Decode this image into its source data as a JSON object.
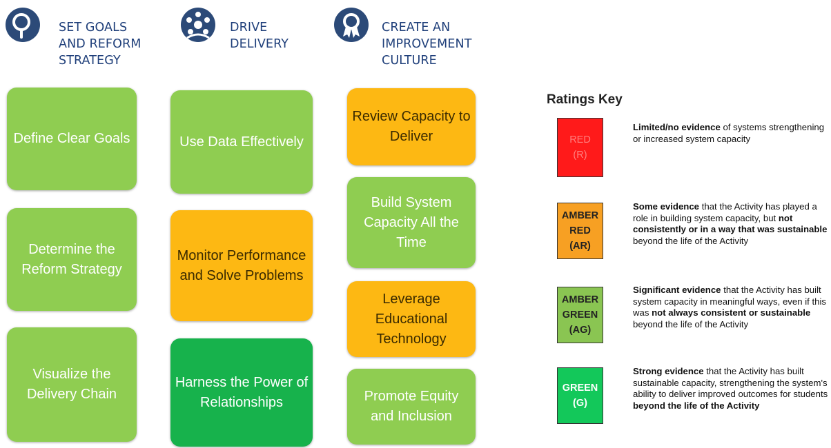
{
  "columns": [
    {
      "title": "SET GOALS\nAND REFORM\nSTRATEGY",
      "icon": "magnifier-icon",
      "tiles": [
        {
          "label": "Define Clear Goals",
          "rating": "green-light"
        },
        {
          "label": "Determine the Reform Strategy",
          "rating": "green-light"
        },
        {
          "label": "Visualize the Delivery Chain",
          "rating": "green-light"
        }
      ]
    },
    {
      "title": "DRIVE\nDELIVERY",
      "icon": "team-network-icon",
      "tiles": [
        {
          "label": "Use Data Effectively",
          "rating": "green-light"
        },
        {
          "label": "Monitor Performance and Solve Problems",
          "rating": "amber"
        },
        {
          "label": "Harness the Power of Relationships",
          "rating": "green-dark"
        }
      ]
    },
    {
      "title": "CREATE AN\nIMPROVEMENT\nCULTURE",
      "icon": "award-ribbon-icon",
      "tiles": [
        {
          "label": "Review Capacity to Deliver",
          "rating": "amber"
        },
        {
          "label": "Build System Capacity All the Time",
          "rating": "green-light"
        },
        {
          "label": "Leverage Educational Technology",
          "rating": "amber"
        },
        {
          "label": "Promote Equity and Inclusion",
          "rating": "green-light"
        }
      ]
    }
  ],
  "ratings_key": {
    "title": "Ratings Key",
    "items": [
      {
        "label": "RED\n(R)",
        "color": "#ff1a1a",
        "text_color": "#ff8080",
        "desc_html": "<b>Limited/no evidence</b> of systems strengthening or increased system capacity"
      },
      {
        "label": "AMBER\nRED\n(AR)",
        "color": "#f7a023",
        "text_color": "#222222",
        "desc_html": "<b>Some evidence</b> that the Activity has played a role in building system capacity, but <b>not consistently or in a way that was sustainable</b> beyond the life of the Activity"
      },
      {
        "label": "AMBER\nGREEN\n(AG)",
        "color": "#8ac552",
        "text_color": "#222222",
        "desc_html": "<b>Significant evidence</b> that the Activity has built system capacity in meaningful ways, even if this was <b>not always consistent or sustainable</b> beyond the life of the Activity"
      },
      {
        "label": "GREEN\n(G)",
        "color": "#13c85a",
        "text_color": "#ffffff",
        "desc_html": "<b>Strong evidence</b> that the Activity has built sustainable capacity, strengthening the system's ability to deliver improved outcomes for students <b>beyond the life of the Activity</b>"
      }
    ]
  },
  "colors": {
    "green-light": "#8fcd51",
    "amber": "#fdb813",
    "green-dark": "#17b24c",
    "heading": "#1f3f7a",
    "icon-bg": "#2c4a78"
  }
}
